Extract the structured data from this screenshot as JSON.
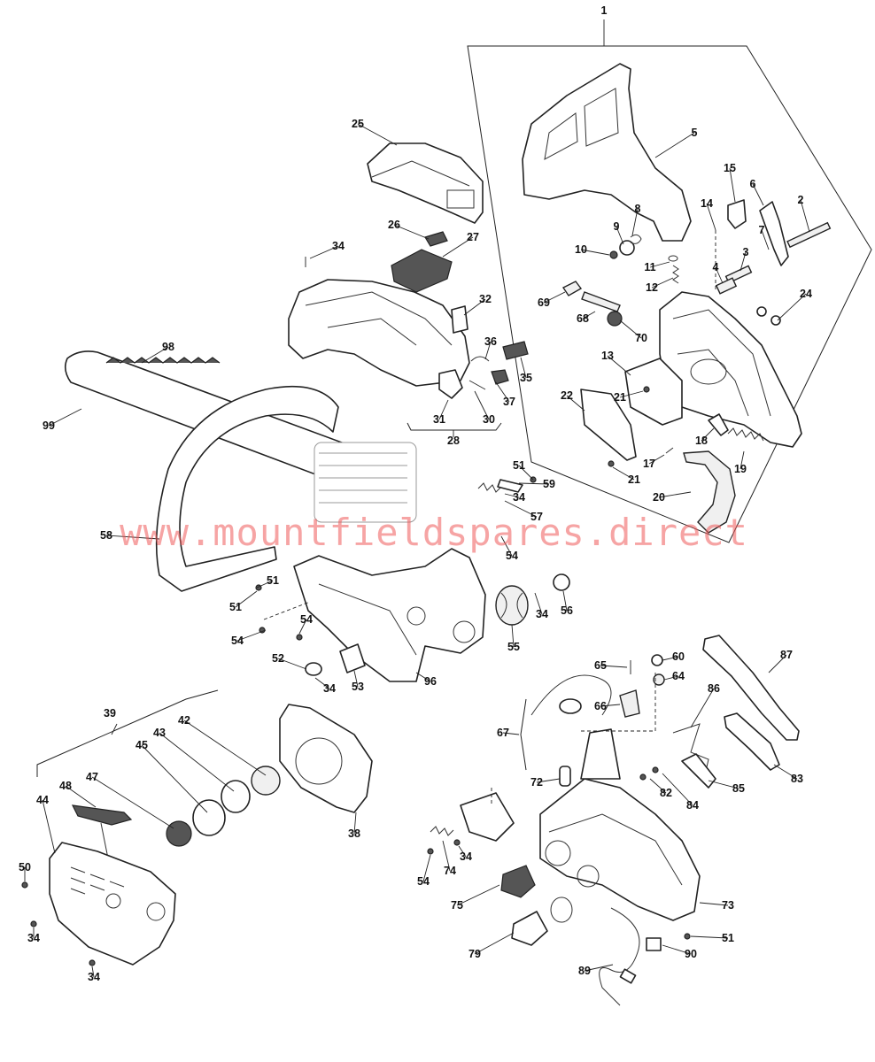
{
  "watermark": "www.mountfieldspares.direct",
  "callouts": [
    "1",
    "2",
    "3",
    "4",
    "5",
    "6",
    "7",
    "8",
    "9",
    "10",
    "11",
    "12",
    "13",
    "14",
    "15",
    "17",
    "18",
    "19",
    "20",
    "21",
    "21",
    "22",
    "24",
    "25",
    "26",
    "27",
    "28",
    "30",
    "31",
    "32",
    "34",
    "34",
    "34",
    "34",
    "34",
    "34",
    "34",
    "35",
    "36",
    "37",
    "38",
    "39",
    "42",
    "43",
    "44",
    "45",
    "47",
    "48",
    "50",
    "51",
    "51",
    "51",
    "51",
    "52",
    "53",
    "54",
    "54",
    "54",
    "54",
    "55",
    "56",
    "57",
    "58",
    "59",
    "60",
    "64",
    "65",
    "66",
    "67",
    "68",
    "69",
    "70",
    "72",
    "73",
    "74",
    "75",
    "79",
    "82",
    "83",
    "84",
    "85",
    "86",
    "87",
    "89",
    "90",
    "96",
    "98",
    "99"
  ]
}
